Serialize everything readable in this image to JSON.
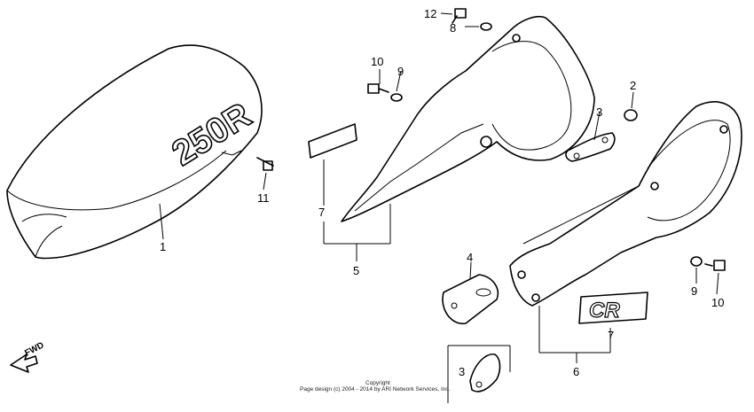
{
  "labels": {
    "p1": "1",
    "p2": "2",
    "p3a": "3",
    "p3b": "3",
    "p4": "4",
    "p5": "5",
    "p6": "6",
    "p7a": "7",
    "p7b": "7",
    "p8": "8",
    "p9a": "9",
    "p9b": "9",
    "p10a": "10",
    "p10b": "10",
    "p11": "11",
    "p12": "12"
  },
  "seat_decal": "250R",
  "cover_decal": "CR",
  "fwd_indicator": "FWD",
  "copyright": {
    "line1": "Copyright",
    "line2": "Page design (c) 2004 - 2014 by ARI Network Services, Inc."
  }
}
